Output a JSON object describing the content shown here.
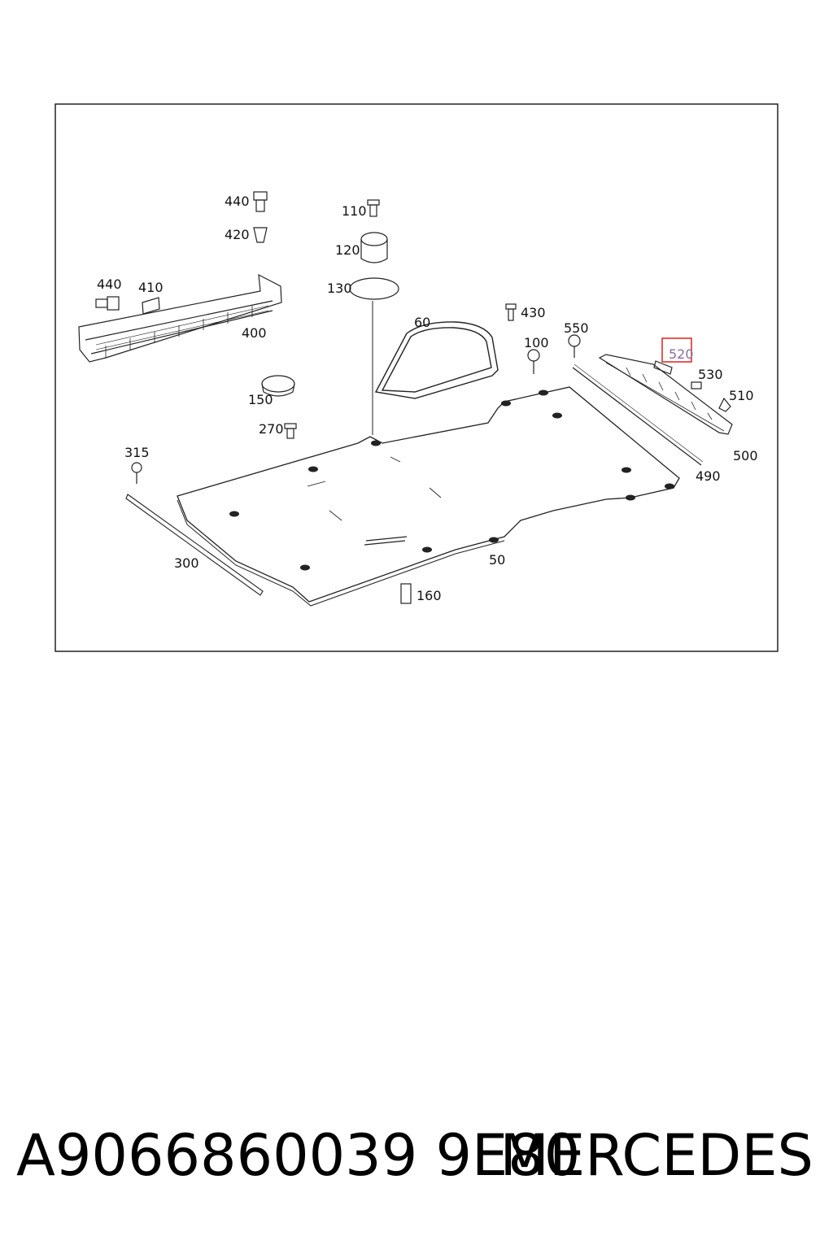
{
  "diagram": {
    "labels": [
      "440",
      "420",
      "110",
      "120",
      "130",
      "440",
      "410",
      "400",
      "430",
      "60",
      "100",
      "550",
      "520",
      "530",
      "510",
      "150",
      "270",
      "315",
      "500",
      "490",
      "300",
      "50",
      "160"
    ],
    "highlighted_label": "520",
    "colors": {
      "line": "#222222",
      "highlight_box": "#e0201c",
      "highlight_text": "#8a6d9b"
    }
  },
  "footer": {
    "part_number": "A9066860039 9E80",
    "brand": "MERCEDES"
  }
}
